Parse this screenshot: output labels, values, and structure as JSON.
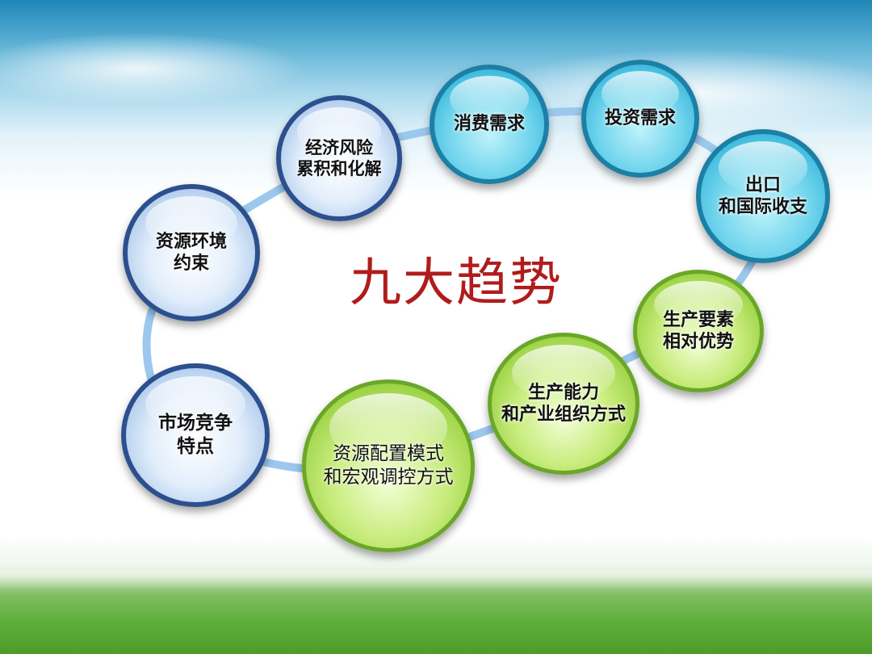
{
  "title": "九大趋势",
  "nodes": [
    {
      "id": "resource-env",
      "lines": [
        "资源环境",
        "约束"
      ]
    },
    {
      "id": "econ-risk",
      "lines": [
        "经济风险",
        "累积和化解"
      ]
    },
    {
      "id": "consumption",
      "lines": [
        "消费需求"
      ]
    },
    {
      "id": "investment",
      "lines": [
        "投资需求"
      ]
    },
    {
      "id": "export",
      "lines": [
        "出口",
        "和国际收支"
      ]
    },
    {
      "id": "production-factors",
      "lines": [
        "生产要素",
        "相对优势"
      ]
    },
    {
      "id": "production-capacity",
      "lines": [
        "生产能力",
        "和产业组织方式"
      ]
    },
    {
      "id": "resource-allocation",
      "lines": [
        "资源配置模式",
        "和宏观调控方式"
      ]
    },
    {
      "id": "market-competition",
      "lines": [
        "市场竞争",
        "特点"
      ]
    }
  ],
  "colors": {
    "title": "#b01c1c",
    "navy_ring": "#2c4f8e",
    "cyan_ring": "#1b7fa6",
    "green_ring": "#6aa728",
    "connector": "#9cc8ee"
  }
}
